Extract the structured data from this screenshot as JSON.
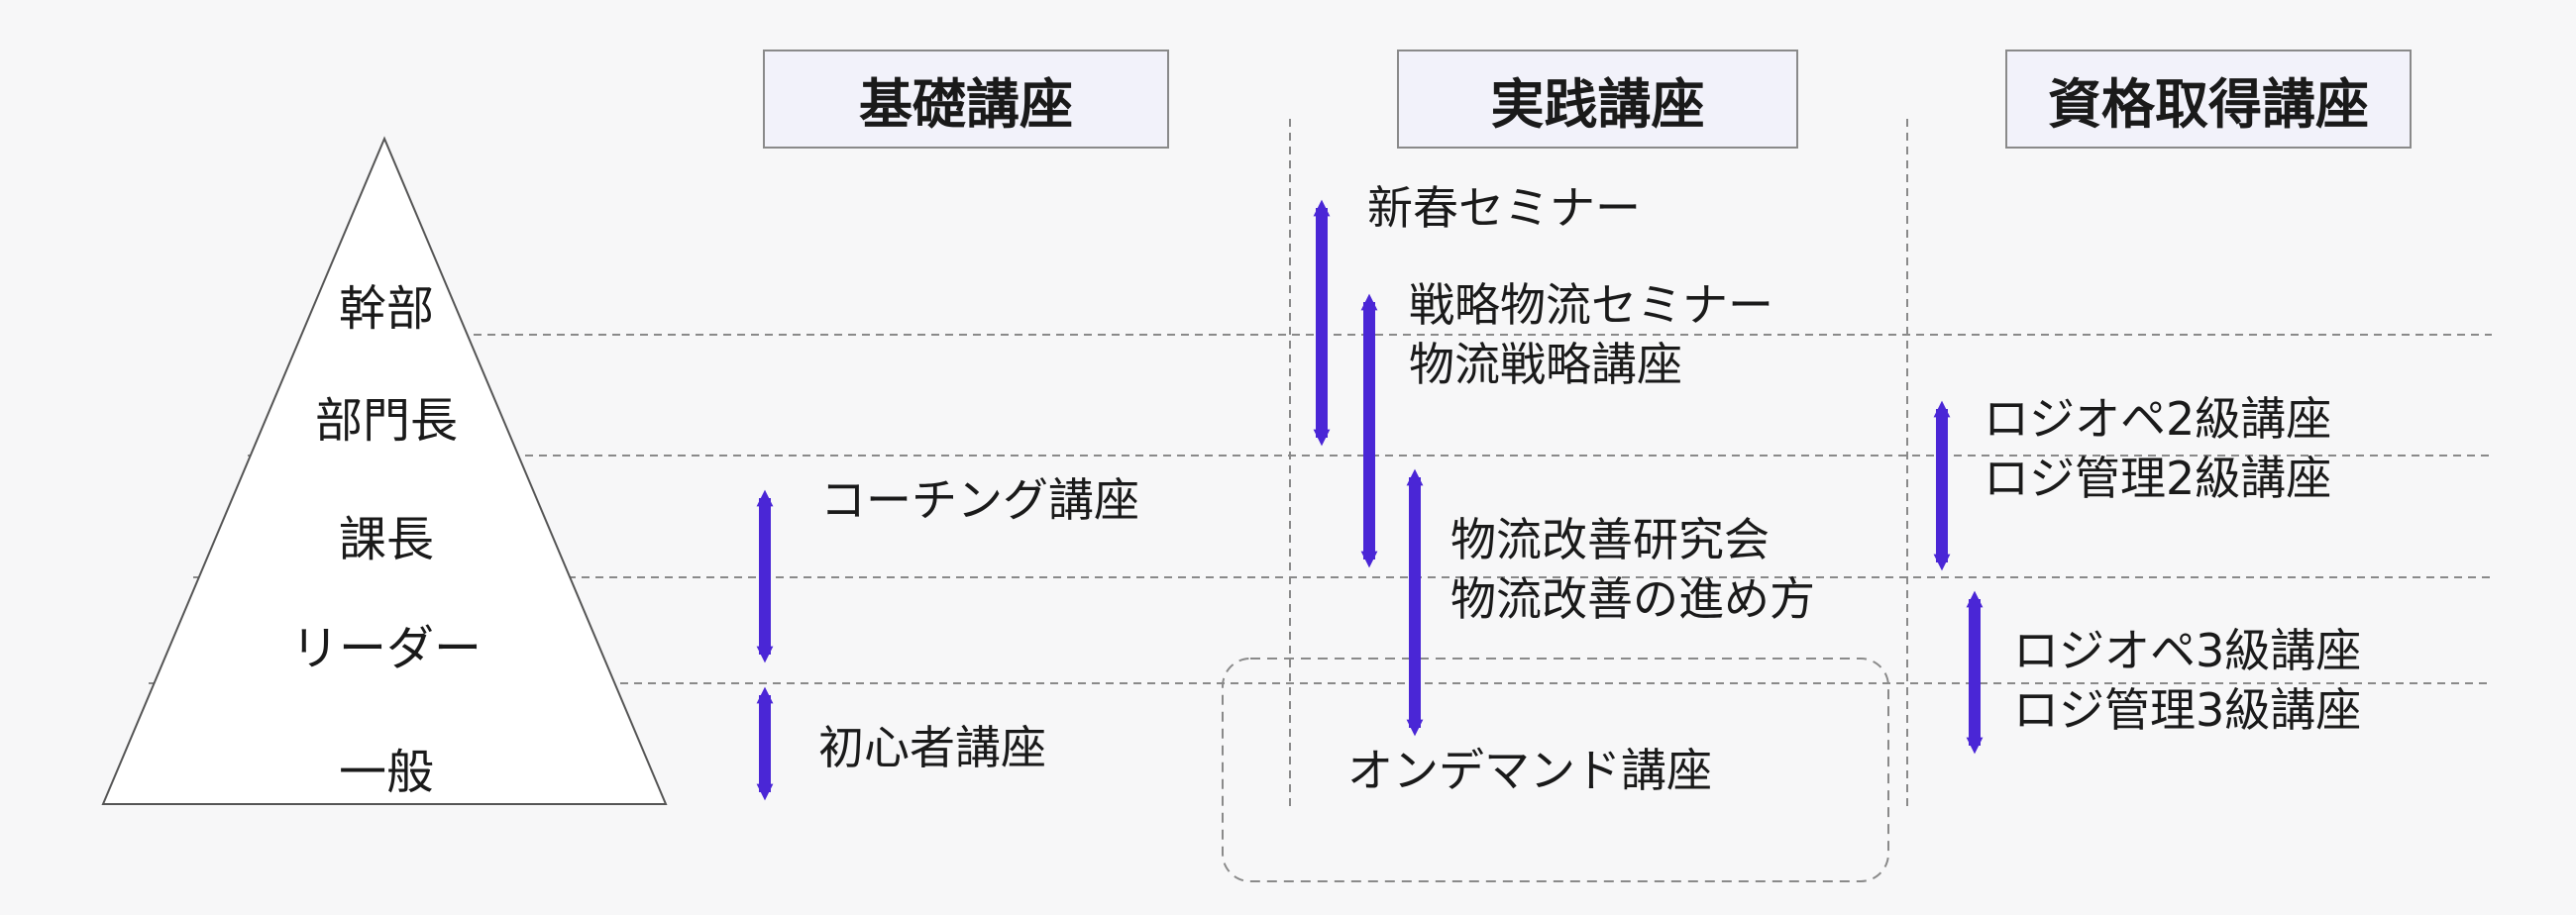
{
  "headers": {
    "basic": "基礎講座",
    "practical": "実践講座",
    "certification": "資格取得講座"
  },
  "levels": [
    "幹部",
    "部門長",
    "課長",
    "リーダー",
    "一般"
  ],
  "courses": {
    "coaching": "コーチング講座",
    "beginner": "初心者講座",
    "new_year": "新春セミナー",
    "strategy_line1": "戦略物流セミナー",
    "strategy_line2": "物流戦略講座",
    "kaizen_line1": "物流改善研究会",
    "kaizen_line2": "物流改善の進め方",
    "on_demand": "オンデマンド講座",
    "cert2_line1": "ロジオペ2級講座",
    "cert2_line2": "ロジ管理2級講座",
    "cert3_line1": "ロジオペ3級講座",
    "cert3_line2": "ロジ管理3級講座"
  },
  "colors": {
    "arrow": "#4a26d6",
    "background": "#f7f7f8",
    "header_fill": "#f2f2fa",
    "dashed_line": "#8a8a8a"
  }
}
